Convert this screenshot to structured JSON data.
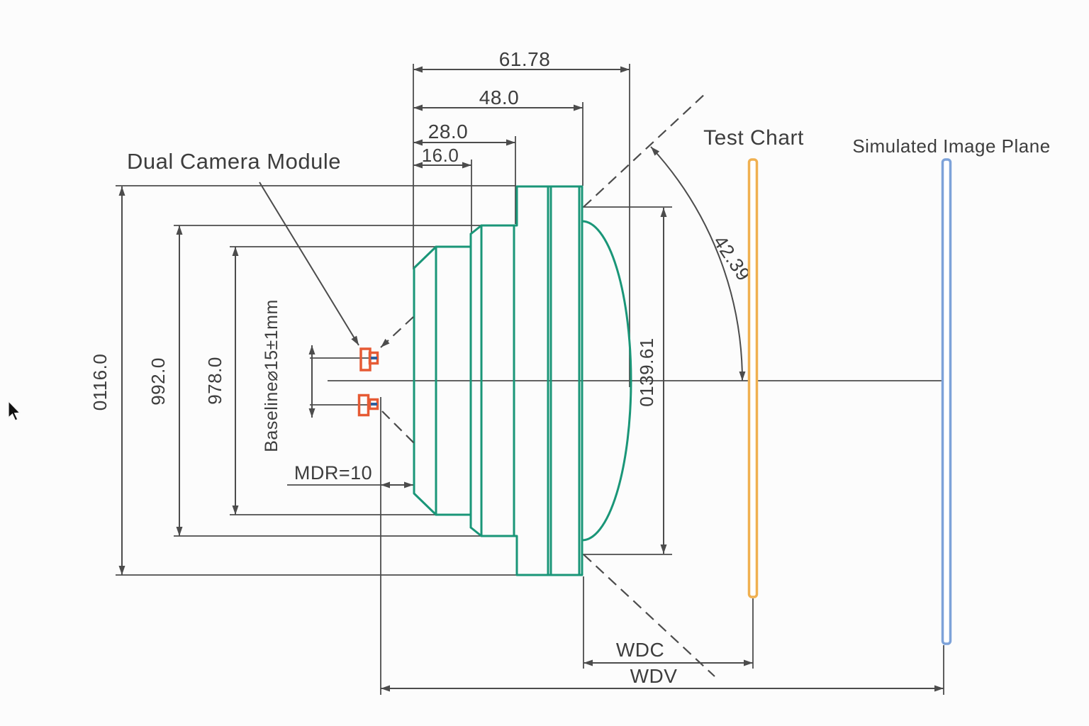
{
  "drawing": {
    "labels": {
      "dual_camera_module": "Dual Camera Module",
      "test_chart": "Test Chart",
      "simulated_image_plane": "Simulated Image Plane"
    },
    "dimensions": {
      "length_total": "61.78",
      "length_48": "48.0",
      "length_28": "28.0",
      "length_16": "16.0",
      "diameter_outer": "0116.0",
      "diameter_mid": "992.0",
      "diameter_rear": "978.0",
      "baseline": "Baseline⌀15±1mm",
      "mdr": "MDR=10",
      "dome_diameter": "0139.61",
      "half_fov_angle": "42.39°",
      "wdc": "WDC",
      "wdv": "WDV"
    },
    "colors": {
      "c-line": "#4c4c4c",
      "c-text": "#3d3d3d",
      "c-green": "#1a9678",
      "c-orange": "#e65a34",
      "c-sensor": "#2e5f9e",
      "c-yellow": "#f0b050",
      "c-blue": "#7da2d9",
      "c-bg": "#fcfcfc",
      "c-cursor": "#111111"
    }
  }
}
